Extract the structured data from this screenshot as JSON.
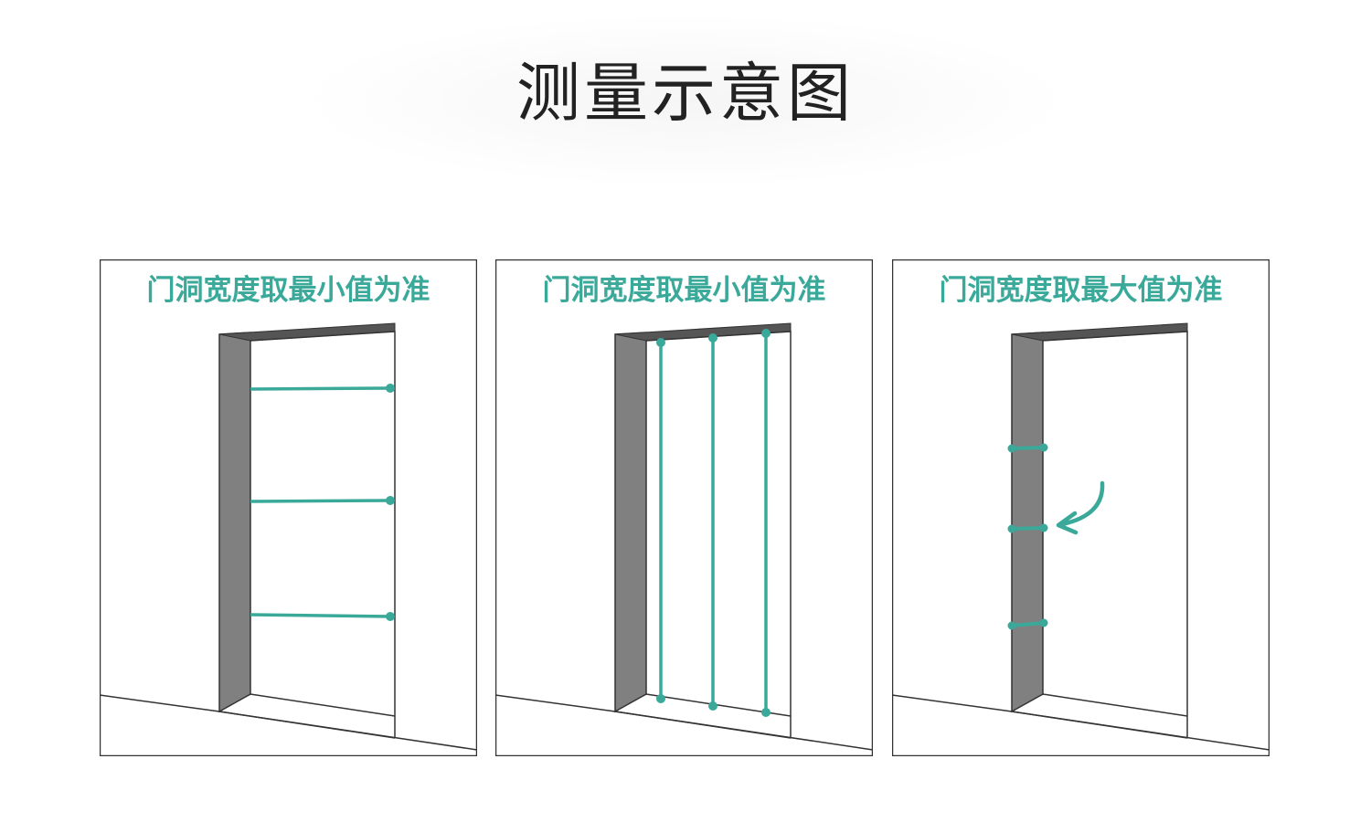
{
  "title": "测量示意图",
  "accent_color": "#3aa99a",
  "frame_color": "#808080",
  "panels": [
    {
      "label": "门洞宽度取最小值为准"
    },
    {
      "label": "门洞宽度取最小值为准"
    },
    {
      "label": "门洞宽度取最大值为准"
    }
  ]
}
